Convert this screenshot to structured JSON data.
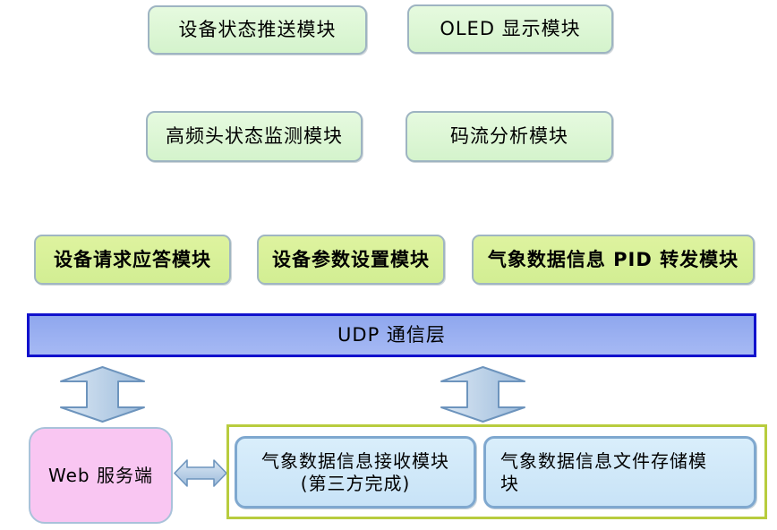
{
  "rows": {
    "row1": [
      {
        "label": "设备状态推送模块"
      },
      {
        "label": "OLED 显示模块"
      }
    ],
    "row2": [
      {
        "label": "高频头状态监测模块"
      },
      {
        "label": "码流分析模块"
      }
    ],
    "row3": [
      {
        "label": "设备请求应答模块"
      },
      {
        "label": "设备参数设置模块"
      },
      {
        "label": "气象数据信息 PID 转发模块"
      }
    ]
  },
  "udp_layer": {
    "label": "UDP 通信层"
  },
  "bottom": {
    "web_server": {
      "label": "Web 服务端"
    },
    "receiver_module": {
      "lines": [
        "气象数据信息接收模块",
        "(第三方完成)"
      ]
    },
    "storage_module": {
      "lines": [
        "气象数据信息文件存储模",
        "块"
      ]
    }
  },
  "icons": {
    "vertical_arrows": "up-down-arrow",
    "horizontal_arrow": "left-right-arrow"
  },
  "colors": {
    "green_fill": "#d9f5d1",
    "yellowgreen_fill": "#d7f09b",
    "box_border": "#9eb4c2",
    "udp_fill": "#9aaff0",
    "udp_border": "#1111cc",
    "pink_fill": "#f9c6f2",
    "blue_fill": "#cfe8f9",
    "blue_border": "#7fa8cf",
    "container_border": "#b8cc3e",
    "arrow_fill": "#a9c4e0",
    "arrow_stroke": "#6d94bd"
  }
}
